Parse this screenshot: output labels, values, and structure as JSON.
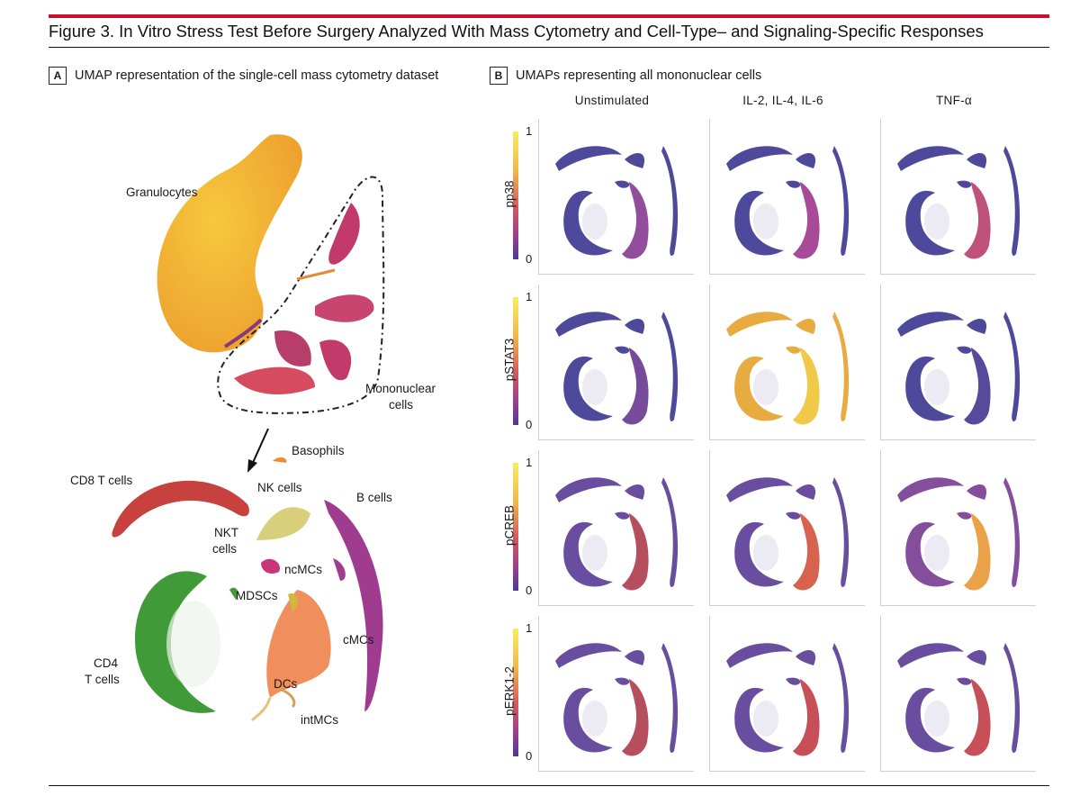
{
  "figure": {
    "title": "Figure 3. In Vitro Stress Test Before Surgery Analyzed With Mass Cytometry and Cell-Type– and Signaling-Specific Responses"
  },
  "panel_a": {
    "letter": "A",
    "title": "UMAP representation of the single-cell mass cytometry dataset",
    "labels": {
      "granulocytes": "Granulocytes",
      "mononuclear_1": "Mononuclear",
      "mononuclear_2": "cells",
      "basophils": "Basophils",
      "cd8": "CD8 T cells",
      "nk": "NK cells",
      "b": "B cells",
      "nkt_1": "NKT",
      "nkt_2": "cells",
      "ncmcs": "ncMCs",
      "mdscs": "MDSCs",
      "cd4_1": "CD4",
      "cd4_2": "T cells",
      "cmcs": "cMCs",
      "dcs": "DCs",
      "intmcs": "intMCs"
    },
    "colors": {
      "granulocytes": "#f2a623",
      "mononuclear": "#c23a6a",
      "cd8": "#c7413f",
      "cd4": "#3f9a37",
      "nk": "#d8cf7a",
      "b": "#a03c8f",
      "cmcs": "#f08e5c",
      "basophils": "#f08a2e"
    }
  },
  "panel_b": {
    "letter": "B",
    "title": "UMAPs representing all mononuclear cells",
    "columns": [
      "Unstimulated",
      "IL-2, IL-4, IL-6",
      "TNF-α"
    ],
    "rows": [
      "pp38",
      "pSTAT3",
      "pCREB",
      "pERK1-2"
    ],
    "colorbar": {
      "max": "1",
      "min": "0"
    },
    "cells": [
      [
        "#3f3a92",
        "#3f3a92",
        "#3f3a92"
      ],
      [
        "#3f3a92",
        "#e6a430",
        "#3f3a92"
      ],
      [
        "#5c3e96",
        "#5c3e96",
        "#7b3f95"
      ],
      [
        "#5c3e96",
        "#5c3e96",
        "#5c3e96"
      ]
    ],
    "accents": [
      [
        "#8a3f93",
        "#a03c8f",
        "#b8436f"
      ],
      [
        "#6b3c94",
        "#f0c43a",
        "#4a3a93"
      ],
      [
        "#b0404f",
        "#d4563f",
        "#e89a3a"
      ],
      [
        "#b0404f",
        "#c2404a",
        "#c2404a"
      ]
    ]
  }
}
